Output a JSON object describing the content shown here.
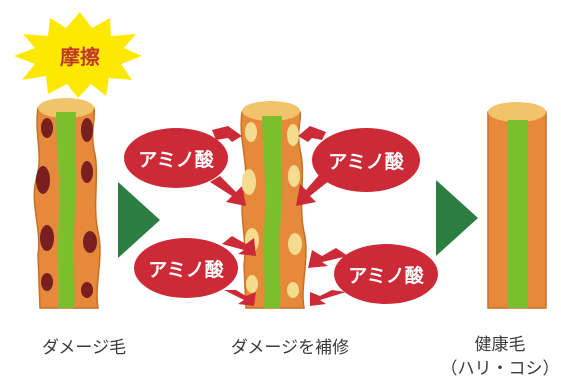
{
  "friction_label": "摩擦",
  "amino_label": "アミノ酸",
  "captions": {
    "damaged": "ダメージ毛",
    "repair": "ダメージを補修",
    "healthy": "健康毛",
    "healthy_sub": "（ハリ・コシ）"
  },
  "colors": {
    "burst": "#ffe800",
    "hair_orange": "#e6893a",
    "hair_cap": "#f1c36a",
    "core_green": "#7cbf2e",
    "damage_spot": "#7a1f1f",
    "repair_cream": "#f3dc8e",
    "amino_red": "#cc2a36",
    "progress_arrow": "#2c7d40"
  }
}
